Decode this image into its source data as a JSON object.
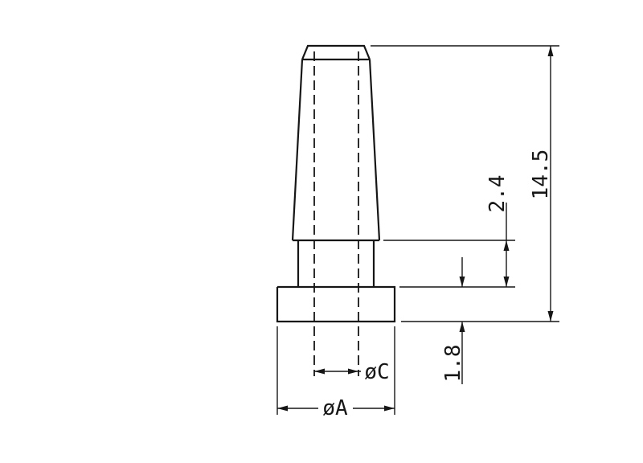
{
  "drawing": {
    "labels": {
      "overall_height": "14.5",
      "neck_height": "2.4",
      "flange_height": "1.8",
      "bore_diameter": "øC",
      "flange_diameter": "øA"
    },
    "colors": {
      "line": "#161616",
      "background": "#ffffff"
    }
  }
}
